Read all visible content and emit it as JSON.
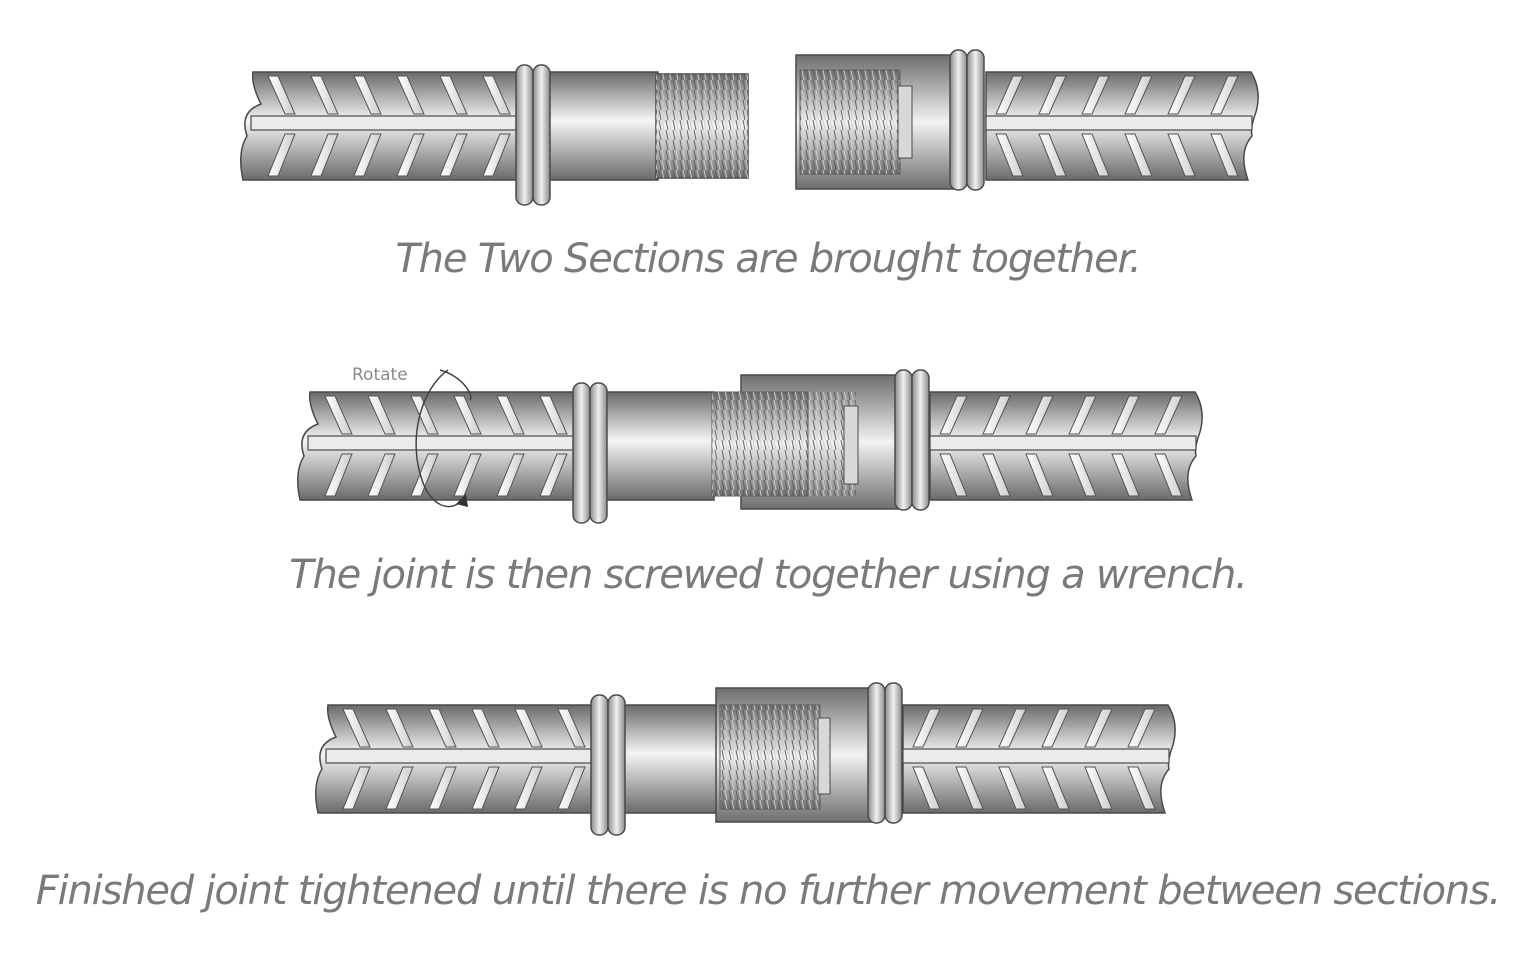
{
  "steps": [
    {
      "caption": "The Two Sections are brought together."
    },
    {
      "caption": "The joint is then screwed together using a wrench.",
      "annotation": "Rotate"
    },
    {
      "caption": "Finished joint tightened until there is no further movement between sections."
    }
  ],
  "colors": {
    "caption_text": "#7a7a7a",
    "steel_dark": "#6e6e6e",
    "steel_light": "#f4f4f4",
    "outline": "#4a4a4a"
  }
}
